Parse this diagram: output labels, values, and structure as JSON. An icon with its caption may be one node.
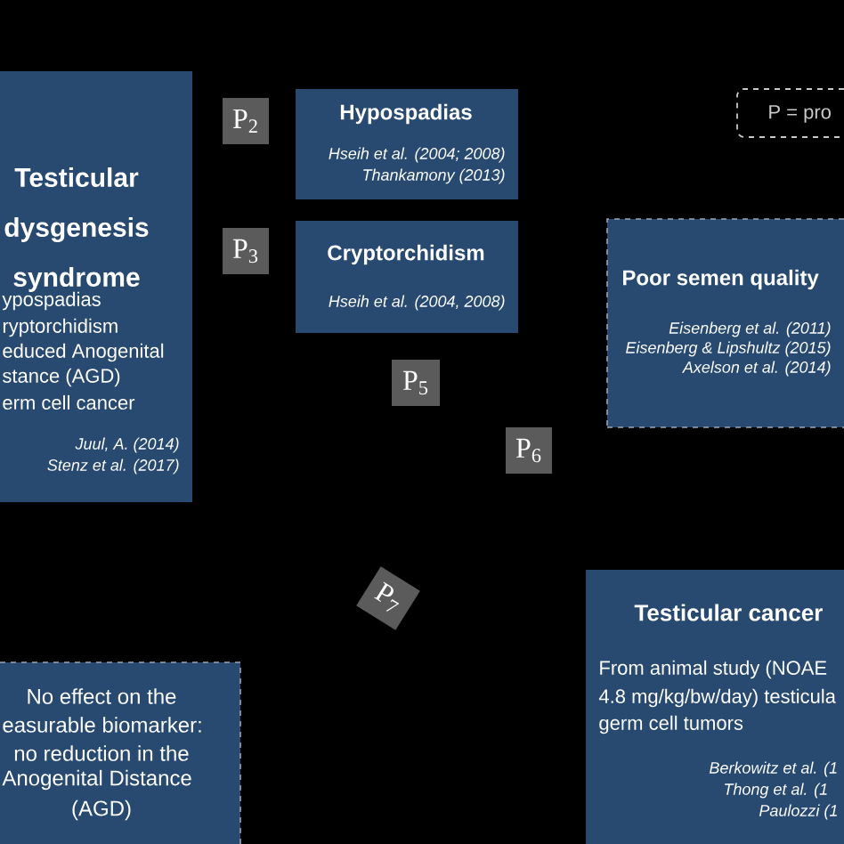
{
  "diagram": {
    "nodes": [
      {
        "text": [
          "Testicular dysgenesis syndrome",
          "ypospadias",
          "ryptorchidism",
          "educed Anogenital",
          "stance (AGD)",
          "erm cell cancer",
          "Juul, A. (2014)",
          "Stenz et al. (2017)"
        ]
      },
      {
        "text": [
          "P$_{2}$"
        ]
      },
      {
        "text": [
          "Hypospadias",
          "Hseih et al. (2004; 2008)",
          "Thankamony (2013)"
        ]
      },
      {
        "text": [
          "P$_{3}$"
        ]
      },
      {
        "text": [
          "Cryptorchidism",
          "Hseih et al. (2004, 2008)"
        ]
      },
      {
        "text": [
          "Poor semen quality",
          "Eisenberg et al. (2011)",
          "Eisenberg & Lipshultz (2015)",
          "Axelson et al. (2014)"
        ]
      },
      {
        "text": [
          "P$_{5}$"
        ]
      },
      {
        "text": [
          "P$_{6}$"
        ]
      },
      {
        "text": [
          "P$_{7}$"
        ]
      },
      {
        "text": [
          "Testicular cancer",
          "From animal study (NOAE",
          "4.8 mg/kg/bw/day) testicula",
          "germ cell tumors",
          "Berkowitz et al. (1",
          "Thong et al. (1",
          "Paulozzi (1"
        ]
      },
      {
        "text": [
          "No effect on the",
          "easurable biomarker:",
          "no reduction in the",
          "Anogenital Distance",
          "(AGD)"
        ]
      },
      {
        "text": [
          "P = pro"
        ]
      }
    ]
  }
}
